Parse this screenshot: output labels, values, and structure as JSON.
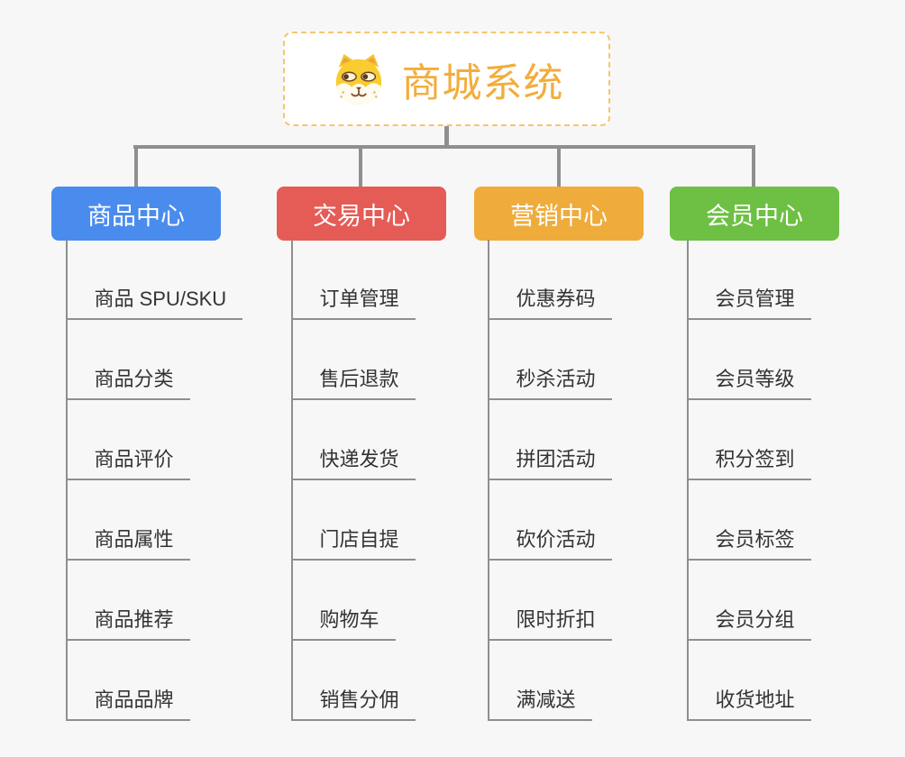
{
  "canvas": {
    "background": "#f7f7f7",
    "connector_color": "#8f8f8f"
  },
  "root": {
    "title": "商城系统",
    "icon": "shiba-dog-icon",
    "text_color": "#F2AD3B",
    "border_color": "#F8C46E",
    "background": "#ffffff"
  },
  "branches": [
    {
      "label": "商品中心",
      "color": "#4A8CEE",
      "children": [
        "商品 SPU/SKU",
        "商品分类",
        "商品评价",
        "商品属性",
        "商品推荐",
        "商品品牌"
      ]
    },
    {
      "label": "交易中心",
      "color": "#E55C57",
      "children": [
        "订单管理",
        "售后退款",
        "快递发货",
        "门店自提",
        "购物车",
        "销售分佣"
      ]
    },
    {
      "label": "营销中心",
      "color": "#EFAC3B",
      "children": [
        "优惠券码",
        "秒杀活动",
        "拼团活动",
        "砍价活动",
        "限时折扣",
        "满减送"
      ]
    },
    {
      "label": "会员中心",
      "color": "#6DC043",
      "children": [
        "会员管理",
        "会员等级",
        "积分签到",
        "会员标签",
        "会员分组",
        "收货地址"
      ]
    }
  ]
}
